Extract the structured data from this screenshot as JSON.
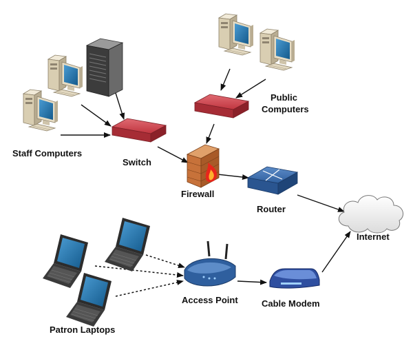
{
  "labels": {
    "staff_computers": "Staff Computers",
    "switch": "Switch",
    "public_line1": "Public",
    "public_line2": "Computers",
    "firewall": "Firewall",
    "router": "Router",
    "internet": "Internet",
    "access_point": "Access Point",
    "cable_modem": "Cable Modem",
    "patron_laptops": "Patron Laptops"
  },
  "icons": {
    "computer": "desktop-computer-icon",
    "server": "server-tower-icon",
    "switch": "network-switch-icon",
    "firewall": "firewall-icon",
    "router": "router-icon",
    "cloud": "cloud-icon",
    "access_point": "wireless-access-point-icon",
    "modem": "cable-modem-icon",
    "laptop": "laptop-icon"
  },
  "colors": {
    "switch_red": "#c0353f",
    "router_blue": "#2f5f9e",
    "screen_blue": "#1f6ea8",
    "case_beige": "#ddd2b8",
    "firewall_brick": "#c7723a",
    "flame": "#e8261b",
    "cloud_fill": "#f5f5f5"
  }
}
